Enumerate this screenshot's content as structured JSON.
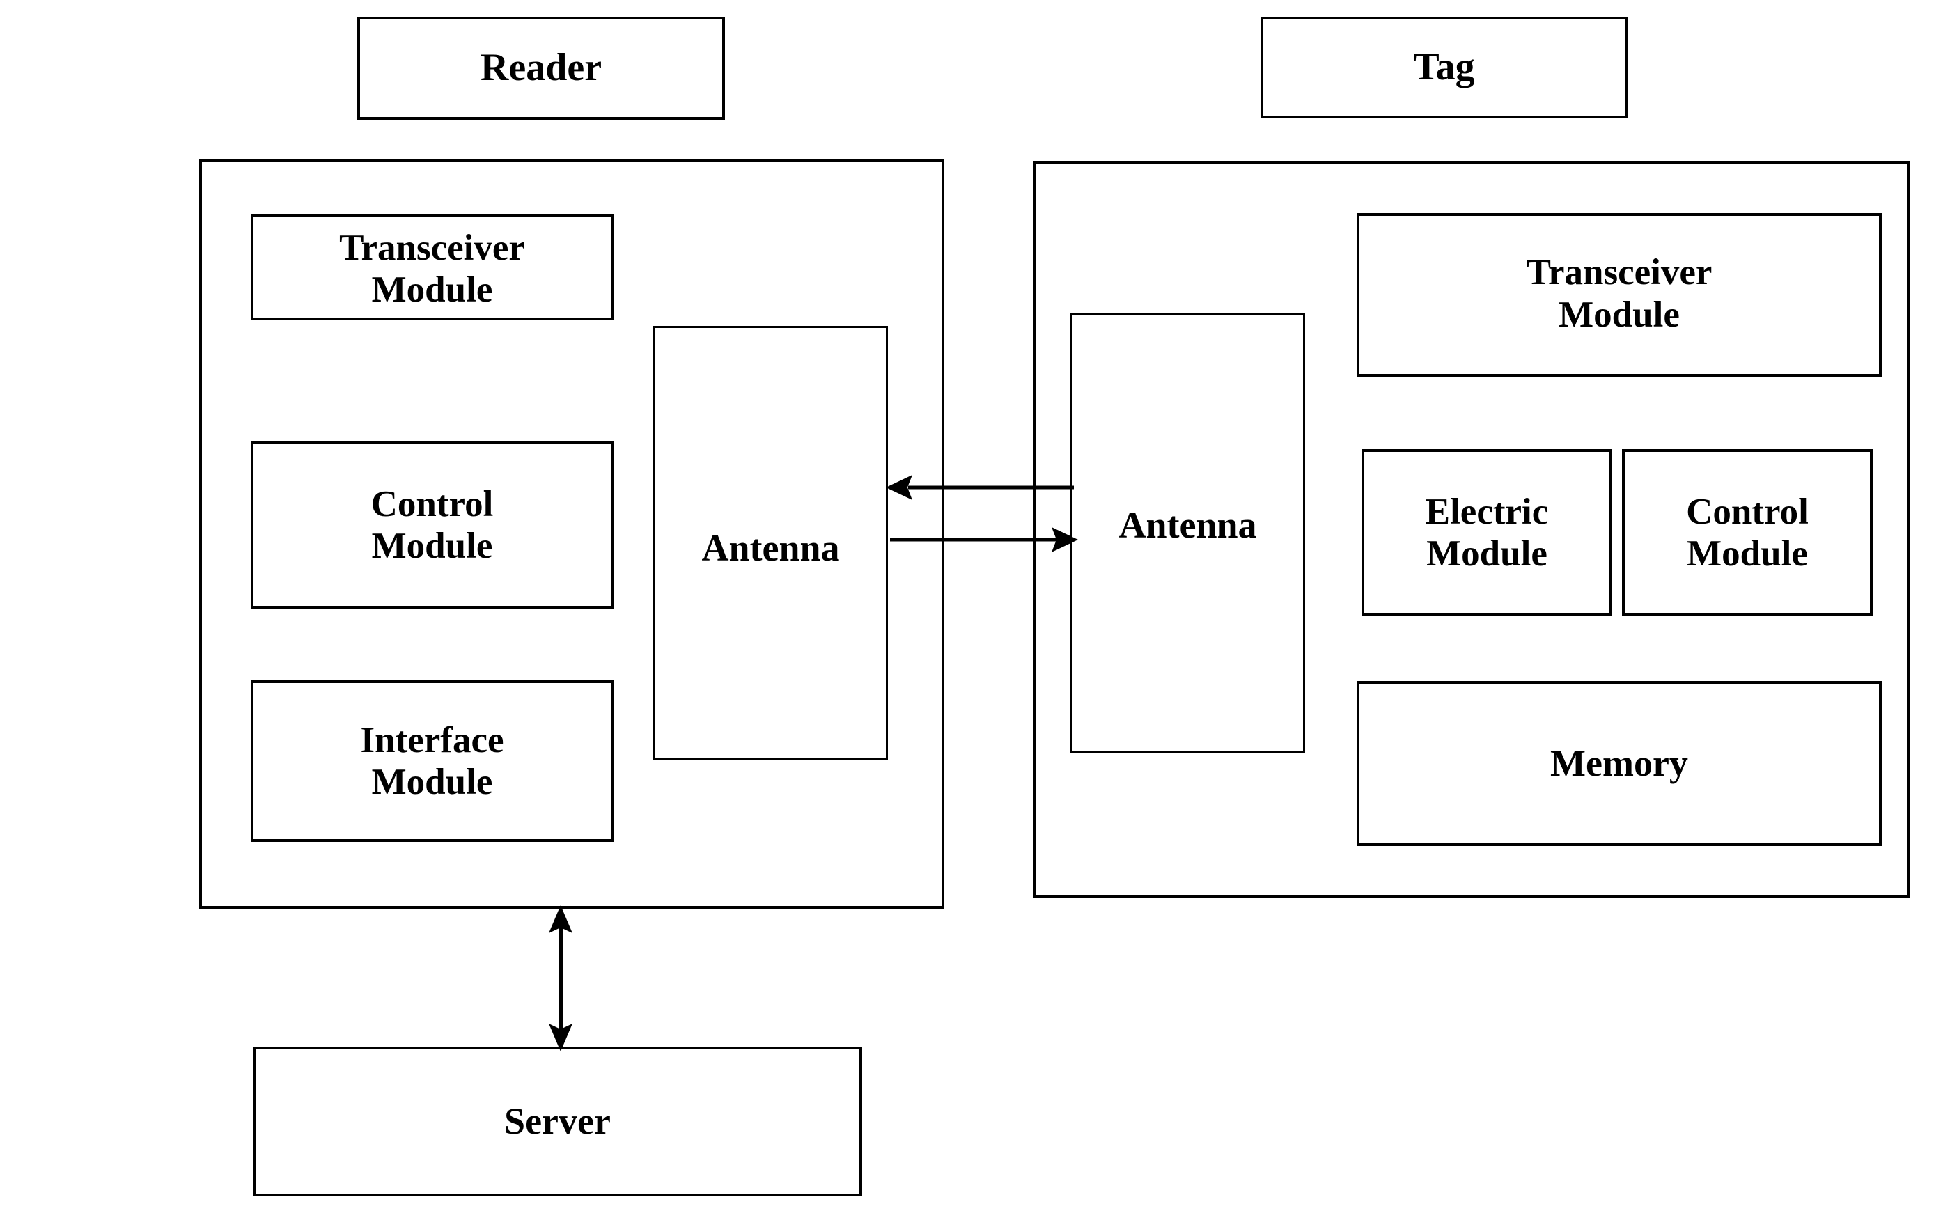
{
  "diagram": {
    "title_reader": "Reader",
    "title_tag": "Tag",
    "reader": {
      "label": "Reader",
      "modules": [
        {
          "key": "transceiver",
          "label": "Transceiver\nModule"
        },
        {
          "key": "control",
          "label": "Control\nModule"
        },
        {
          "key": "interface",
          "label": "Interface\nModule"
        },
        {
          "key": "antenna",
          "label": "Antenna"
        }
      ]
    },
    "tag": {
      "label": "Tag",
      "modules": [
        {
          "key": "antenna",
          "label": "Antenna"
        },
        {
          "key": "transceiver",
          "label": "Transceiver\nModule"
        },
        {
          "key": "electric",
          "label": "Electric\nModule"
        },
        {
          "key": "control",
          "label": "Control\nModule"
        },
        {
          "key": "memory",
          "label": "Memory"
        }
      ]
    },
    "server": {
      "label": "Server"
    },
    "connections": [
      {
        "from": "tag-antenna",
        "to": "reader-antenna",
        "direction": "left",
        "style": "single-arrow"
      },
      {
        "from": "reader-antenna",
        "to": "tag-antenna",
        "direction": "right",
        "style": "single-arrow"
      },
      {
        "from": "reader",
        "to": "server",
        "direction": "vertical",
        "style": "double-arrow"
      }
    ],
    "colors": {
      "stroke": "#000000",
      "background": "#ffffff",
      "text": "#000000"
    }
  }
}
